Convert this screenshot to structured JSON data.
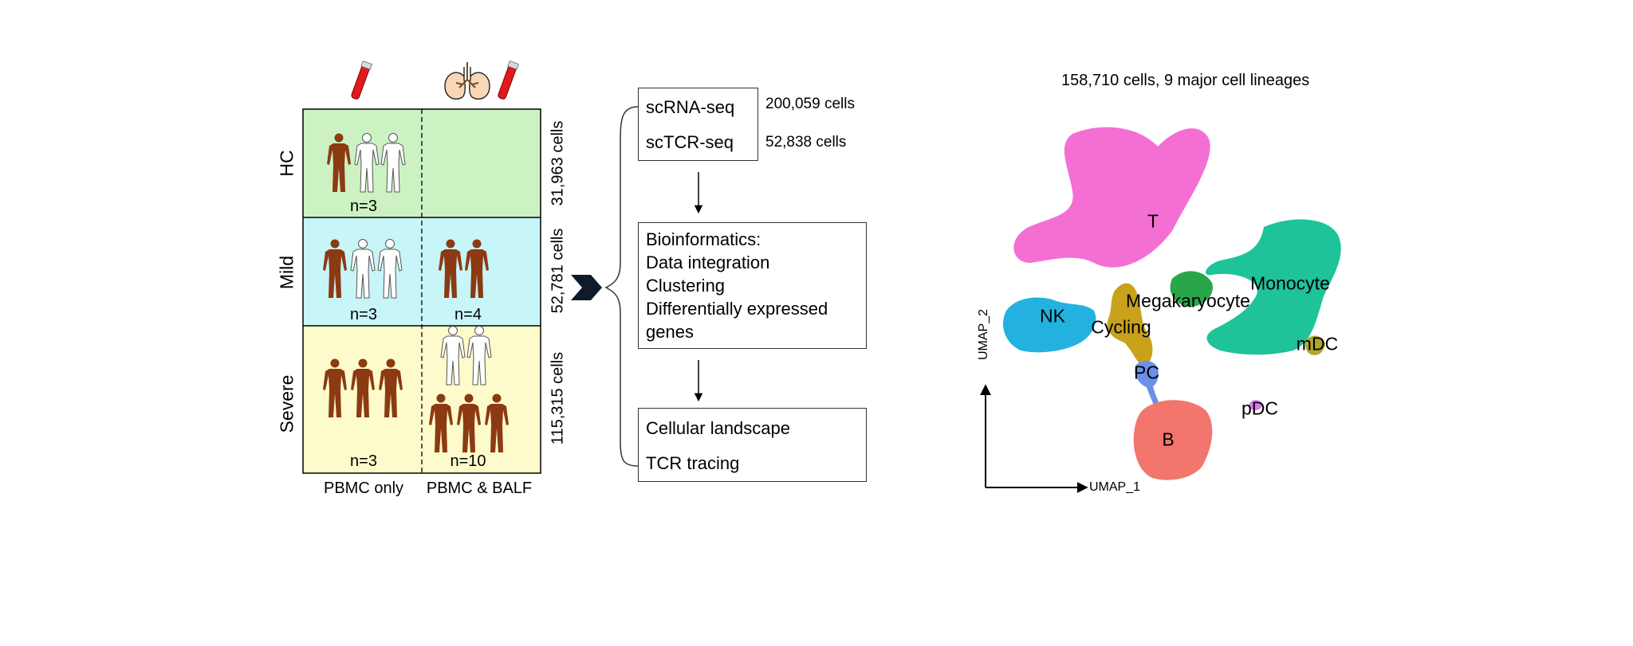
{
  "cohort": {
    "groups": [
      {
        "name": "HC",
        "cells": "31,963 cells",
        "pbmc_n": "n=3",
        "balf_n": ""
      },
      {
        "name": "Mild",
        "cells": "52,781 cells",
        "pbmc_n": "n=3",
        "balf_n": "n=4"
      },
      {
        "name": "Severe",
        "cells": "115,315 cells",
        "pbmc_n": "n=3",
        "balf_n": "n=10"
      }
    ],
    "columns": [
      "PBMC only",
      "PBMC & BALF"
    ],
    "colors": {
      "hc": "#ccf2c4",
      "mild": "#c7f5f8",
      "severe": "#fdfbcb",
      "figure": "#8b3a12"
    }
  },
  "workflow": {
    "seq_box": [
      {
        "label": "scRNA-seq",
        "count": "200,059 cells"
      },
      {
        "label": "scTCR-seq",
        "count": "52,838 cells"
      }
    ],
    "bioinfo": [
      "Bioinformatics:",
      "Data integration",
      "Clustering",
      "Differentially expressed",
      "genes"
    ],
    "outputs": [
      "Cellular landscape",
      "TCR tracing"
    ]
  },
  "umap": {
    "title": "158,710 cells, 9 major cell lineages",
    "x_axis": "UMAP_1",
    "y_axis": "UMAP_2",
    "clusters": [
      {
        "name": "T",
        "color": "#f46fd4"
      },
      {
        "name": "Monocyte",
        "color": "#1ec39a"
      },
      {
        "name": "NK",
        "color": "#23b2e0"
      },
      {
        "name": "Megakaryocyte",
        "color": "#2aa64a"
      },
      {
        "name": "Cycling",
        "color": "#c9a21c"
      },
      {
        "name": "mDC",
        "color": "#b0a62a"
      },
      {
        "name": "PC",
        "color": "#6c8fe8"
      },
      {
        "name": "pDC",
        "color": "#d77ee6"
      },
      {
        "name": "B",
        "color": "#f2766d"
      }
    ]
  }
}
